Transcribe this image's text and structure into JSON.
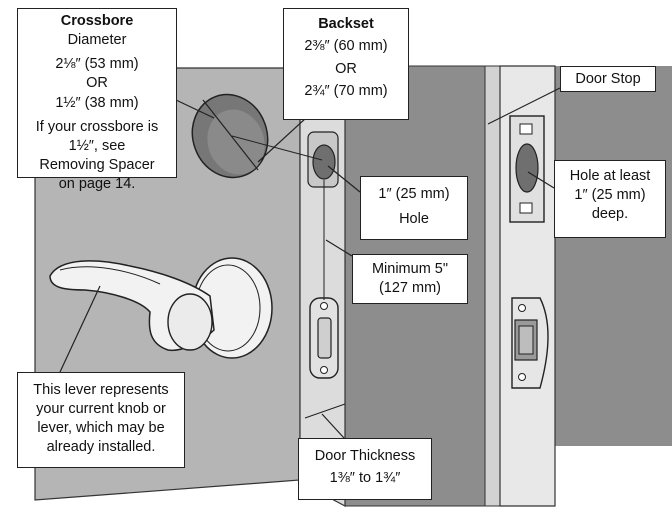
{
  "crossbore": {
    "title": "Crossbore",
    "line1": "Diameter",
    "line2": "2⅛″ (53 mm)",
    "line3": "OR",
    "line4": "1½″ (38 mm)",
    "line5": "If your crossbore is",
    "line6": "1½″, see",
    "line7": "Removing Spacer",
    "line8": "on page 14."
  },
  "backset": {
    "title": "Backset",
    "line1": "2⅜″ (60 mm)",
    "line2": "OR",
    "line3": "2¾″ (70 mm)"
  },
  "door_stop": {
    "label": "Door Stop"
  },
  "hole_depth": {
    "line1": "Hole at least",
    "line2": "1″ (25 mm)",
    "line3": "deep."
  },
  "hole": {
    "line1": "1″ (25 mm)",
    "line2": "Hole"
  },
  "minimum": {
    "line1": "Minimum 5\"",
    "line2": "(127 mm)"
  },
  "lever_note": {
    "line1": "This lever represents",
    "line2": "your current knob or",
    "line3": "lever, which may be",
    "line4": "already installed."
  },
  "door_thickness": {
    "line1": "Door Thickness",
    "line2": "1⅜″ to 1¾″"
  },
  "colors": {
    "door_face": "#b5b5b5",
    "wall_dark": "#8d8d8d",
    "door_edge": "#dcdcdc",
    "frame_light": "#e8e8e8",
    "outline": "#333333"
  }
}
